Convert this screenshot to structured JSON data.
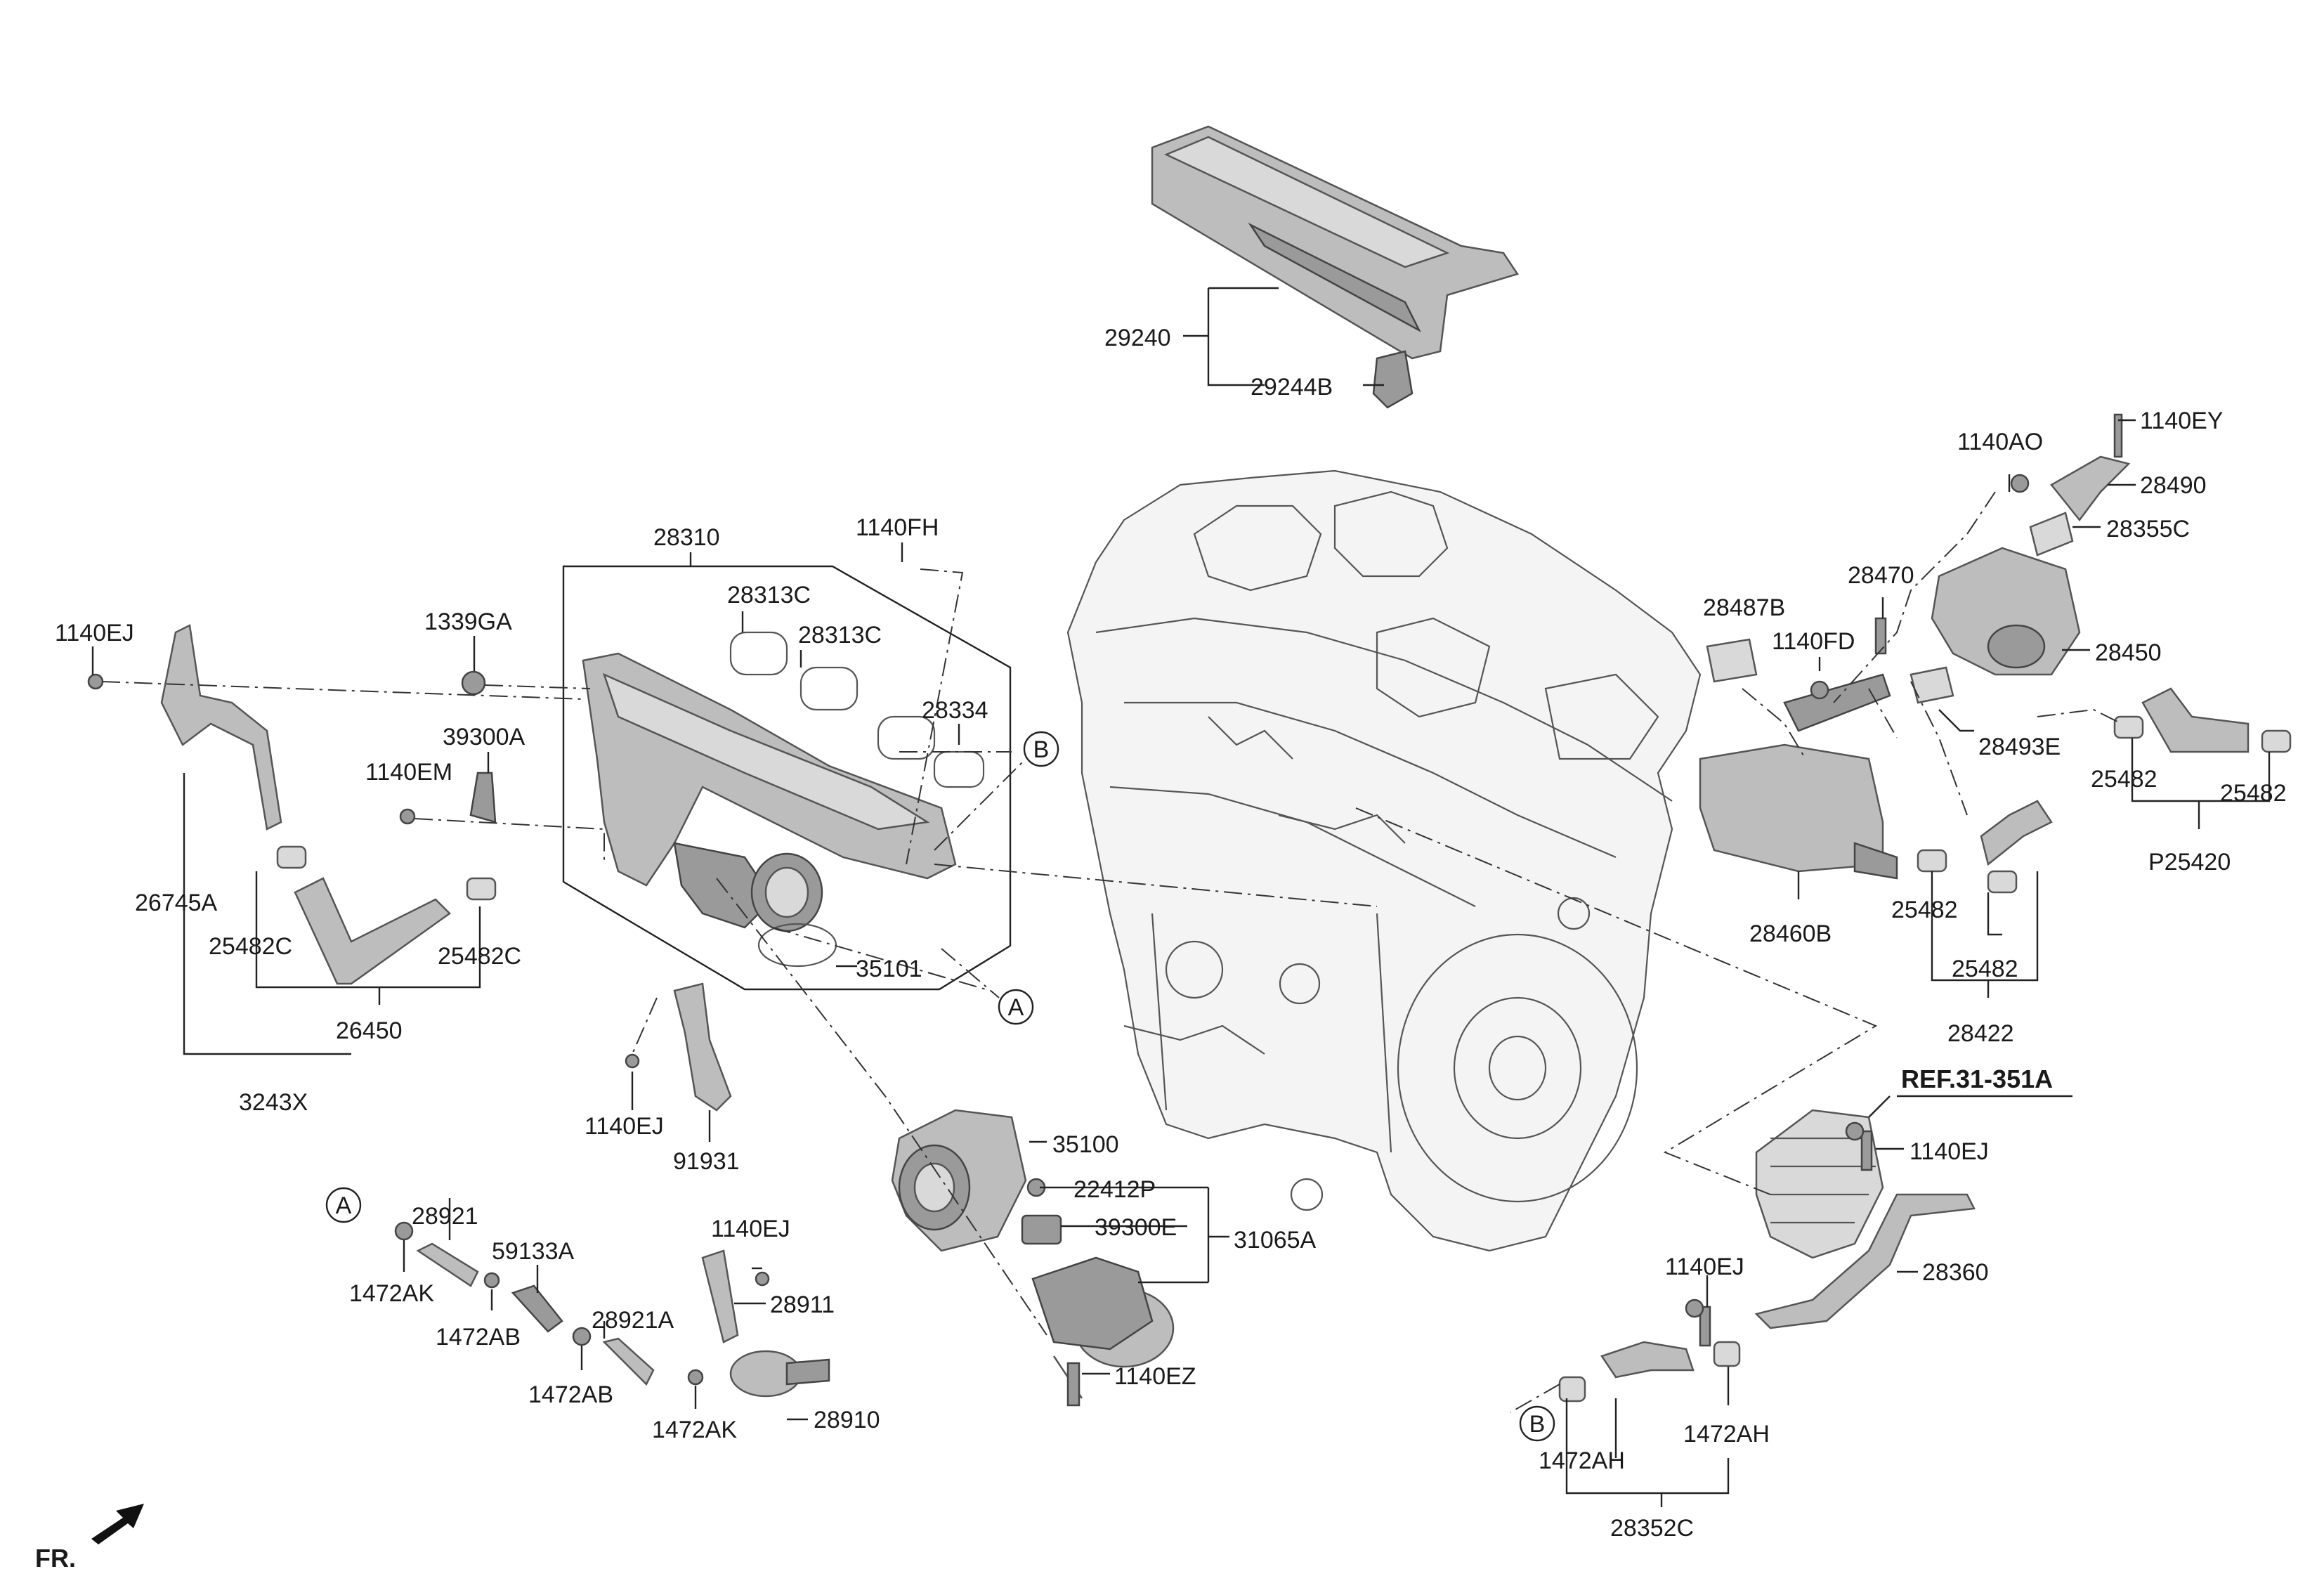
{
  "labels": {
    "p29240": "29240",
    "p29244B": "29244B",
    "p28310": "28310",
    "p1140FH": "1140FH",
    "p28313C_a": "28313C",
    "p28313C_b": "28313C",
    "p28334": "28334",
    "p1339GA": "1339GA",
    "p1140EJ_left": "1140EJ",
    "p39300A": "39300A",
    "p1140EM": "1140EM",
    "p26745A": "26745A",
    "p25482C_a": "25482C",
    "p25482C_b": "25482C",
    "p26450": "26450",
    "p3243X": "3243X",
    "p35101": "35101",
    "p1140EJ_mid": "1140EJ",
    "p91931": "91931",
    "p35100": "35100",
    "p22412P": "22412P",
    "p39300E": "39300E",
    "p31065A": "31065A",
    "p1140EZ": "1140EZ",
    "p28921": "28921",
    "p59133A": "59133A",
    "p1472AK_a": "1472AK",
    "p1472AB_a": "1472AB",
    "p28921A": "28921A",
    "p1472AB_b": "1472AB",
    "p1472AK_b": "1472AK",
    "p1140EJ_low": "1140EJ",
    "p28911": "28911",
    "p28910": "28910",
    "p1140EY": "1140EY",
    "p1140AO": "1140AO",
    "p28490": "28490",
    "p28355C": "28355C",
    "p28470": "28470",
    "p28487B": "28487B",
    "p1140FD": "1140FD",
    "p28450": "28450",
    "p28493E": "28493E",
    "p25482_a": "25482",
    "p25482_b": "25482",
    "p25482_c": "25482",
    "p25482_d": "25482",
    "pP25420": "P25420",
    "p28460B": "28460B",
    "p28422": "28422",
    "pREF": "REF.31-351A",
    "p1140EJ_right": "1140EJ",
    "p28360": "28360",
    "p1140EJ_br": "1140EJ",
    "p1472AH_a": "1472AH",
    "p1472AH_b": "1472AH",
    "p28352C": "28352C",
    "pFR": "FR."
  },
  "callouts": {
    "A": "A",
    "B": "B"
  }
}
